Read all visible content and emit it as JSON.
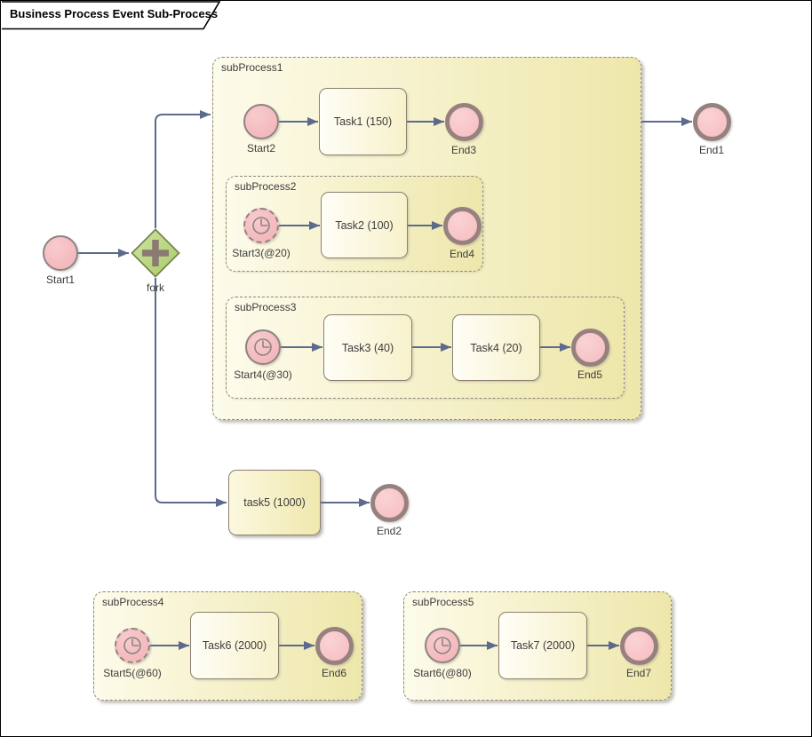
{
  "frame": {
    "title": "Business Process Event Sub-Process"
  },
  "main": {
    "start1": "Start1",
    "fork": "fork",
    "end1": "End1",
    "task5": "task5 (1000)",
    "end2": "End2"
  },
  "subProcess1": {
    "label": "subProcess1",
    "start2": "Start2",
    "task1": "Task1 (150)",
    "end3": "End3",
    "subProcess2": {
      "label": "subProcess2",
      "start3": "Start3(@20)",
      "task2": "Task2 (100)",
      "end4": "End4"
    },
    "subProcess3": {
      "label": "subProcess3",
      "start4": "Start4(@30)",
      "task3": "Task3 (40)",
      "task4": "Task4 (20)",
      "end5": "End5"
    }
  },
  "subProcess4": {
    "label": "subProcess4",
    "start5": "Start5(@60)",
    "task6": "Task6 (2000)",
    "end6": "End6"
  },
  "subProcess5": {
    "label": "subProcess5",
    "start6": "Start6(@80)",
    "task7": "Task7 (2000)",
    "end7": "End7"
  },
  "icons": {
    "timer_start": "clock-icon",
    "fork_gateway": "plus-icon"
  },
  "colors": {
    "subprocess_fill_left": "#fdfbea",
    "subprocess_fill_right": "#eee7ab",
    "subprocess_border": "#8f877c",
    "task_border": "#8b8072",
    "start_event_fill": "#f1b2b6",
    "start_event_border": "#8d8384",
    "end_event_border": "#96817f",
    "end_event_fill": "#f5bcc0",
    "gateway_fill": "#bcd87f",
    "gateway_border": "#76814f",
    "gateway_plus": "#8b7a72",
    "connector": "#5c6a8c",
    "text": "#3c3c3c"
  }
}
